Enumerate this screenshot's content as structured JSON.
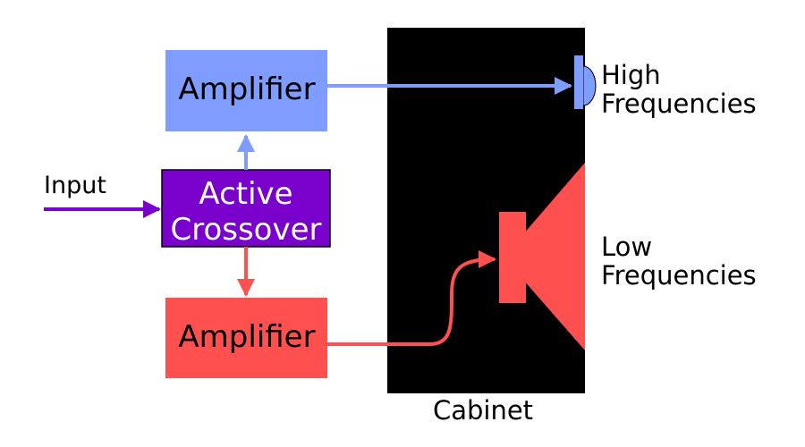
{
  "labels": {
    "input": "Input",
    "crossover_line1": "Active",
    "crossover_line2": "Crossover",
    "amplifier_top": "Amplifier",
    "amplifier_bottom": "Amplifier",
    "high_line1": "High",
    "high_line2": "Frequencies",
    "low_line1": "Low",
    "low_line2": "Frequencies",
    "cabinet": "Cabinet"
  },
  "colors": {
    "input_path": "#7a00cc",
    "crossover_fill": "#7a00cc",
    "crossover_text": "#ffffff",
    "high_path": "#7f9cff",
    "low_path": "#ff5050",
    "cabinet": "#000000",
    "text": "#000000"
  },
  "icons": {
    "tweeter": "tweeter-icon",
    "woofer": "woofer-icon"
  }
}
